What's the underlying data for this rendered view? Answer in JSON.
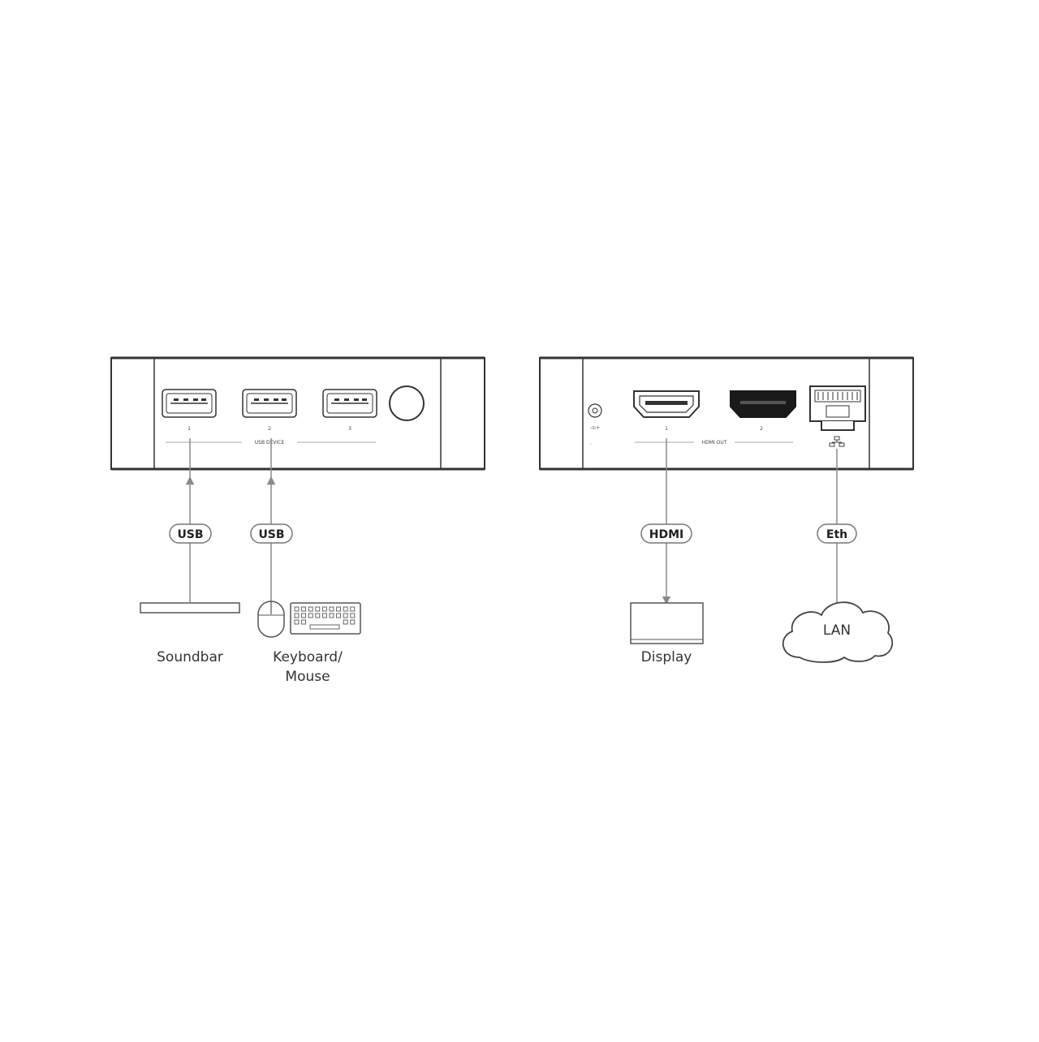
{
  "front_panel": {
    "usb_group_label": "USB DEVICE",
    "port_numbers": [
      "1",
      "2",
      "3"
    ]
  },
  "back_panel": {
    "hdmi_group_label": "HDMI OUT",
    "port_numbers": [
      "1",
      "2"
    ],
    "dc_label": "-⊙+",
    "dc_sub": "."
  },
  "connections": [
    {
      "id": "usb1",
      "cable_label": "USB",
      "device_label": "Soundbar"
    },
    {
      "id": "usb2",
      "cable_label": "USB",
      "device_label_line1": "Keyboard/",
      "device_label_line2": "Mouse"
    },
    {
      "id": "hdmi",
      "cable_label": "HDMI",
      "device_label": "Display"
    },
    {
      "id": "eth",
      "cable_label": "Eth",
      "device_label": "LAN"
    }
  ],
  "colors": {
    "line": "#8a8a8a",
    "outline": "#333333",
    "dark_port": "#1a1a1a"
  }
}
